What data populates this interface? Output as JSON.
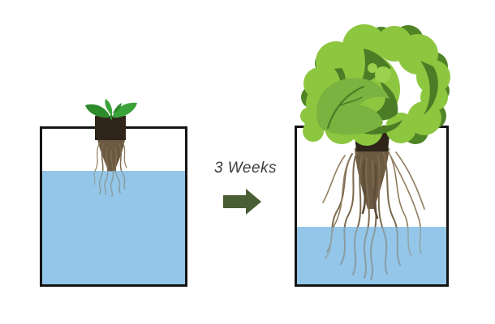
{
  "diagram": {
    "transition_label": "3 Weeks",
    "left_stage_name": "seedling-in-net-pot-full-reservoir",
    "right_stage_name": "mature-lettuce-depleted-reservoir",
    "colors": {
      "water": "#93c6e8",
      "container_border": "#141414",
      "net_pot": "#2f2419",
      "root_dense": "#6b5941",
      "root_strand": "#7c694e",
      "root_strand_light": "#8f7c5e",
      "root_strand_dark": "#5d4c38",
      "seedling_leaf": "#3aa33a",
      "seedling_leaf_dark": "#2e8b2c",
      "lettuce_bright": "#8dc63f",
      "lettuce_mid": "#7ab33f",
      "lettuce_dark": "#4a7d26",
      "lettuce_back": "#4f8526",
      "lettuce_light": "#9bd14e",
      "arrow": "#4a5e33",
      "label_text": "#3c3c3c"
    }
  }
}
